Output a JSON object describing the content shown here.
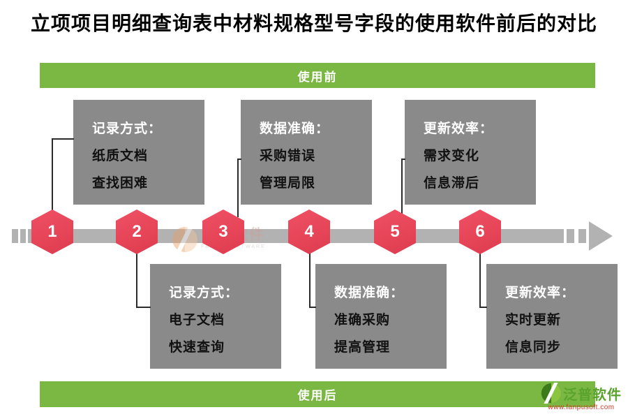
{
  "title": "立项项目明细查询表中材料规格型号字段的使用软件前后的对比",
  "banners": {
    "before": "使用前",
    "after": "使用后"
  },
  "boxes": [
    {
      "phase": "before",
      "heading": "记录方式：",
      "lines": [
        "纸质文档",
        "查找困难"
      ]
    },
    {
      "phase": "before",
      "heading": "数据准确：",
      "lines": [
        "采购错误",
        "管理局限"
      ]
    },
    {
      "phase": "before",
      "heading": "更新效率：",
      "lines": [
        "需求变化",
        "信息滞后"
      ]
    },
    {
      "phase": "after",
      "heading": "记录方式：",
      "lines": [
        "电子文档",
        "快速查询"
      ]
    },
    {
      "phase": "after",
      "heading": "数据准确：",
      "lines": [
        "准确采购",
        "提高管理"
      ]
    },
    {
      "phase": "after",
      "heading": "更新效率：",
      "lines": [
        "实时更新",
        "信息同步"
      ]
    }
  ],
  "timeline": {
    "steps": [
      "1",
      "2",
      "3",
      "4",
      "5",
      "6"
    ],
    "arrow_icon": "arrow-right-icon"
  },
  "watermark": {
    "brand": "泛普软件",
    "sub": "FANPU SOFTWARE",
    "icon": "fanpu-leaf-icon"
  },
  "logo": {
    "brand": "泛普软件",
    "url": "www.fanpusoft.com",
    "icon": "fanpu-leaf-icon"
  },
  "colors": {
    "banner_green": "#7ab843",
    "box_gray": "#8a8a8a",
    "timeline_gray": "#b2b2b2",
    "step_red": "#e8495a",
    "title_black": "#000000",
    "logo_green": "#5aa32c",
    "logo_url_red": "#d93a2b"
  }
}
